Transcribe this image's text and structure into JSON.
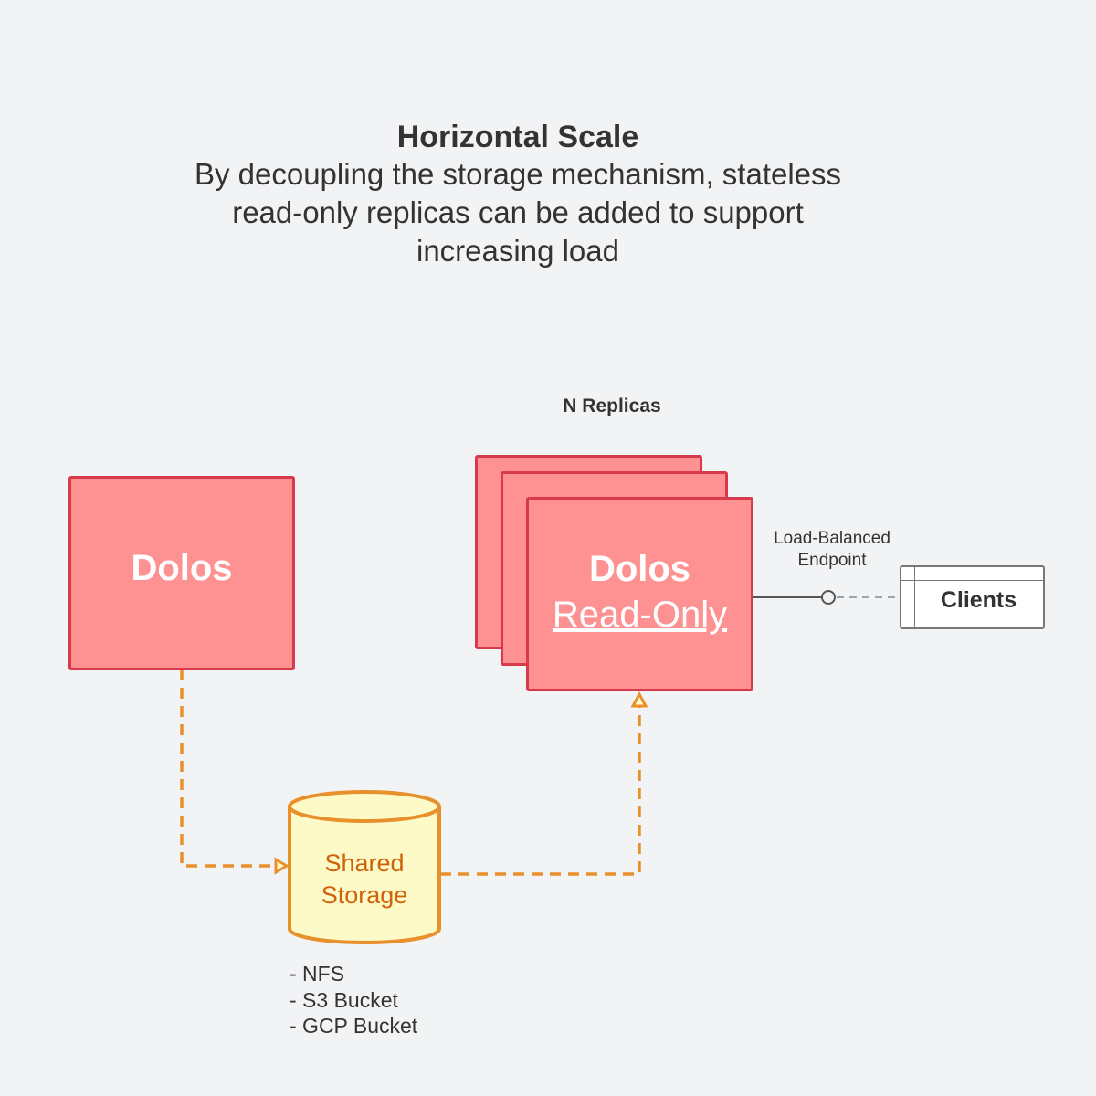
{
  "header": {
    "title": "Horizontal Scale",
    "subtitle": "By decoupling the storage mechanism, stateless read-only replicas can be added to support increasing load"
  },
  "primary": {
    "label": "Dolos"
  },
  "replicas": {
    "group_label": "N Replicas",
    "label": "Dolos",
    "sublabel": "Read-Only"
  },
  "endpoint": {
    "label_line1": "Load-Balanced",
    "label_line2": "Endpoint"
  },
  "clients": {
    "label": "Clients"
  },
  "storage": {
    "label_line1": "Shared",
    "label_line2": "Storage",
    "options": [
      "- NFS",
      "- S3 Bucket",
      "- GCP Bucket"
    ]
  },
  "colors": {
    "background": "#f2f3f5",
    "node_fill": "#fe9191",
    "node_stroke": "#d83a4c",
    "storage_fill": "#fdfac8",
    "storage_stroke": "#e8902c",
    "storage_text": "#d0620a",
    "flow_line": "#e8902c",
    "connector": "#555555",
    "dashed_connector": "#9aa3ae"
  }
}
